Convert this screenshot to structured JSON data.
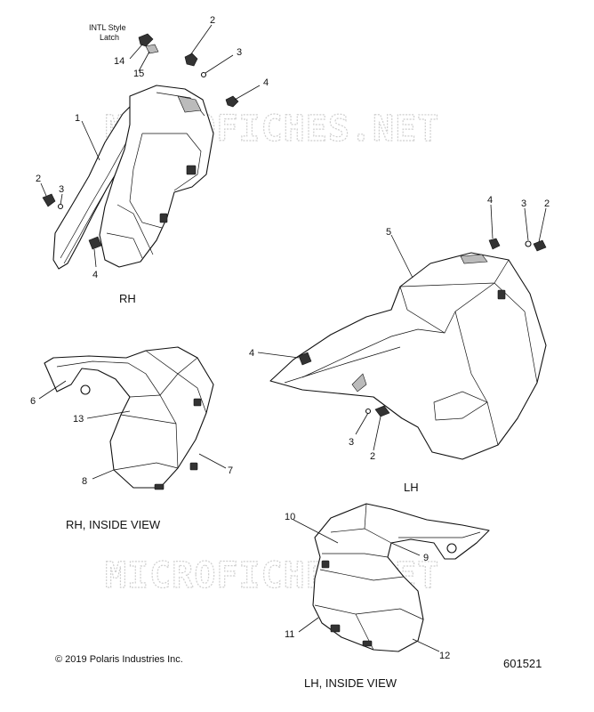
{
  "watermark": "MICROFICHES.NET",
  "note_intl": {
    "line1": "INTL Style",
    "line2": "Latch"
  },
  "captions": {
    "rh": "RH",
    "lh": "LH",
    "rh_inside": "RH, INSIDE VIEW",
    "lh_inside": "LH, INSIDE VIEW"
  },
  "copyright": "© 2019 Polaris Industries Inc.",
  "figure_number": "601521",
  "callouts": {
    "c2a": "2",
    "c3a": "3",
    "c4a": "4",
    "c14": "14",
    "c15": "15",
    "c1": "1",
    "c2b": "2",
    "c3b": "3",
    "c4b": "4",
    "c4c": "4",
    "c3c": "3",
    "c2c": "2",
    "c5": "5",
    "c4d": "4",
    "c3d": "3",
    "c2d": "2",
    "c6": "6",
    "c13": "13",
    "c8": "8",
    "c7": "7",
    "c10": "10",
    "c9": "9",
    "c11": "11",
    "c12": "12"
  }
}
